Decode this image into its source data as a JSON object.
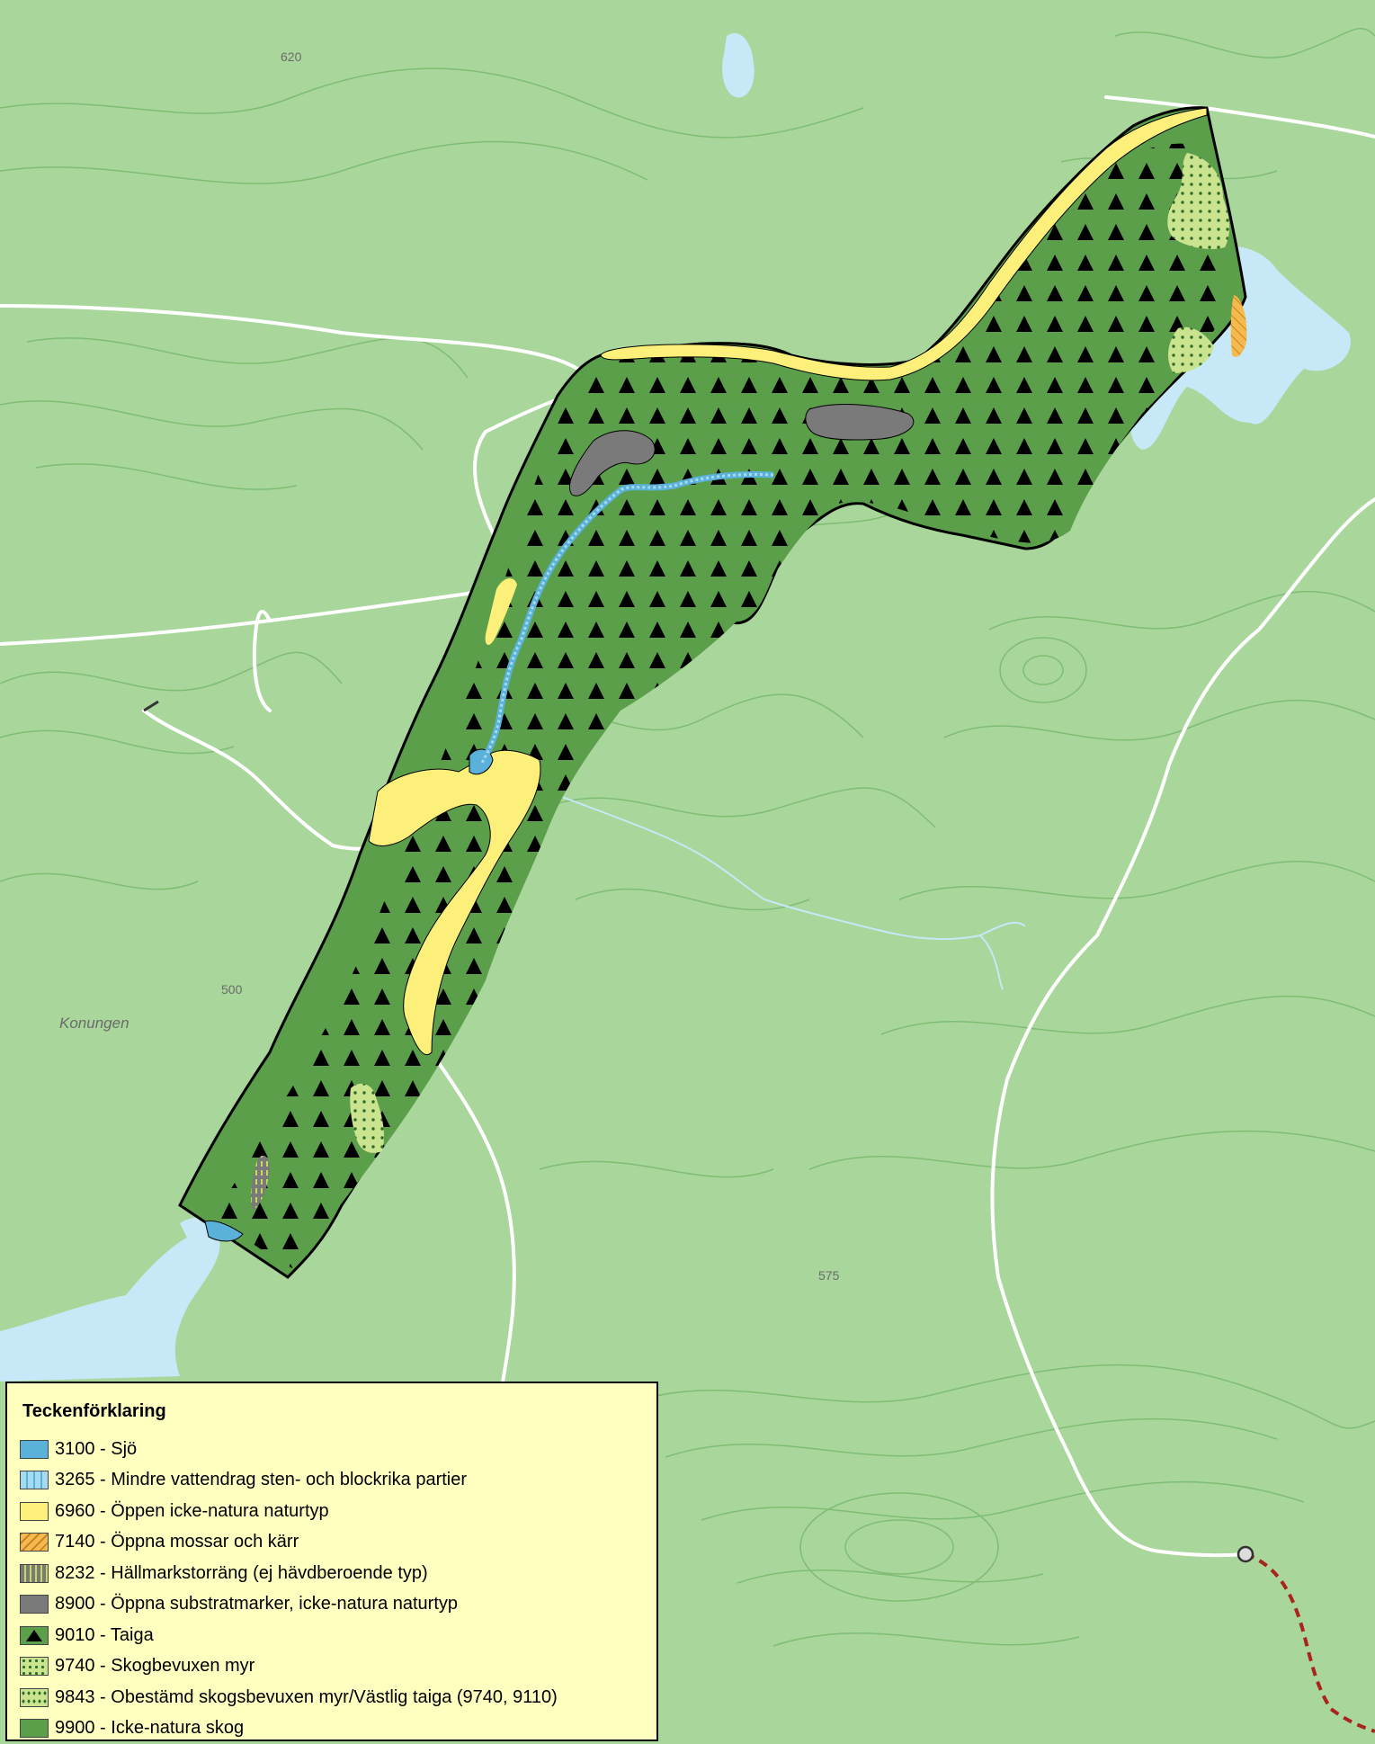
{
  "map_labels": {
    "elev_620": "620",
    "elev_500": "500",
    "elev_575": "575",
    "place_konungen": "Konungen"
  },
  "colors": {
    "background": "#a8d69b",
    "contour": "#7fbd74",
    "water": "#c6e8f7",
    "road": "#ffffff",
    "reserve_outline": "#000000",
    "forest_9900": "#5c9f4a",
    "open_6960": "#fdf07a",
    "substrate_8900": "#7a7a7a",
    "lake_3100": "#5ab1da",
    "stream_3265": "#a6daee",
    "mire_9740": "#c9e38f",
    "mire_7140": "#f6b94e",
    "trail": "#a8241c"
  },
  "legend": {
    "title": "Teckenförklaring",
    "items": [
      {
        "code_label": "3100 - Sjö",
        "swatch": "lake",
        "color": "#5ab1da"
      },
      {
        "code_label": "3265 - Mindre vattendrag sten- och blockrika partier",
        "swatch": "stream",
        "color": "#a6daee"
      },
      {
        "code_label": "6960 - Öppen icke-natura naturtyp",
        "swatch": "open",
        "color": "#fdf07a"
      },
      {
        "code_label": "7140 - Öppna mossar och kärr",
        "swatch": "hatch",
        "color": "#f6b94e"
      },
      {
        "code_label": "8232 - Hällmarkstorräng (ej hävdberoende typ)",
        "swatch": "rock",
        "color": "#7a7a7a"
      },
      {
        "code_label": "8900 - Öppna substratmarker, icke-natura naturtyp",
        "swatch": "substrate",
        "color": "#7a7a7a"
      },
      {
        "code_label": "9010 - Taiga",
        "swatch": "taiga",
        "color": "#5c9f4a"
      },
      {
        "code_label": "9740 - Skogbevuxen myr",
        "swatch": "dots",
        "color": "#c9e38f"
      },
      {
        "code_label": "9843 - Obestämd skogsbevuxen myr/Västlig taiga (9740, 9110)",
        "swatch": "dots2",
        "color": "#c9e38f"
      },
      {
        "code_label": "9900 - Icke-natura skog",
        "swatch": "forest",
        "color": "#5c9f4a"
      }
    ]
  }
}
